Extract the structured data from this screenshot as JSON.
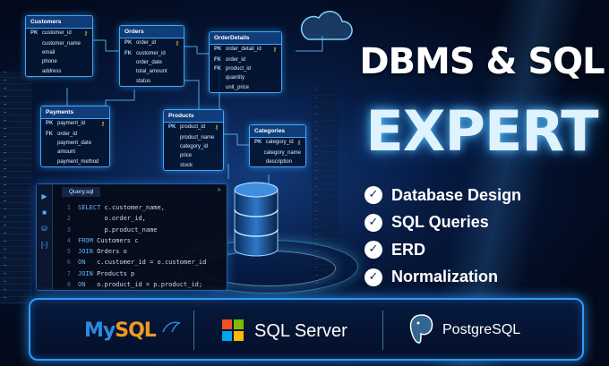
{
  "headline": {
    "line1": "DBMS & SQL",
    "line2": "EXPERT"
  },
  "features": [
    "Database Design",
    "SQL Queries",
    "ERD",
    "Normalization"
  ],
  "tables": {
    "customers": {
      "title": "Customers",
      "rows": [
        [
          "PK",
          "customer_id"
        ],
        [
          "",
          "customer_name"
        ],
        [
          "",
          "email"
        ],
        [
          "",
          "phone"
        ],
        [
          "",
          "address"
        ]
      ]
    },
    "orders": {
      "title": "Orders",
      "rows": [
        [
          "PK",
          "order_id"
        ],
        [
          "FK",
          "customer_id"
        ],
        [
          "",
          "order_date"
        ],
        [
          "",
          "total_amount"
        ],
        [
          "",
          "status"
        ]
      ]
    },
    "orderdetails": {
      "title": "OrderDetails",
      "rows": [
        [
          "PK",
          "order_detail_id"
        ],
        [
          "FK",
          "order_id"
        ],
        [
          "FK",
          "product_id"
        ],
        [
          "",
          "quantity"
        ],
        [
          "",
          "unit_price"
        ]
      ]
    },
    "payments": {
      "title": "Payments",
      "rows": [
        [
          "PK",
          "payment_id"
        ],
        [
          "FK",
          "order_id"
        ],
        [
          "",
          "payment_date"
        ],
        [
          "",
          "amount"
        ],
        [
          "",
          "payment_method"
        ]
      ]
    },
    "products": {
      "title": "Products",
      "rows": [
        [
          "PK",
          "product_id"
        ],
        [
          "",
          "product_name"
        ],
        [
          "",
          "category_id"
        ],
        [
          "",
          "price"
        ],
        [
          "",
          "stock"
        ]
      ]
    },
    "categories": {
      "title": "Categories",
      "rows": [
        [
          "PK",
          "category_id"
        ],
        [
          "",
          "category_name"
        ],
        [
          "",
          "description"
        ]
      ]
    }
  },
  "editor": {
    "tab": "Query.sql",
    "lines": [
      {
        "n": "1",
        "kw": "SELECT",
        "rest": " c.customer_name,"
      },
      {
        "n": "2",
        "kw": "",
        "rest": "       o.order_id,"
      },
      {
        "n": "3",
        "kw": "",
        "rest": "       p.product_name"
      },
      {
        "n": "4",
        "kw": "FROM",
        "rest": " Customers c"
      },
      {
        "n": "5",
        "kw": "JOIN",
        "rest": " Orders o"
      },
      {
        "n": "6",
        "kw": "ON",
        "rest": "   c.customer_id = o.customer_id"
      },
      {
        "n": "7",
        "kw": "JOIN",
        "rest": " Products p"
      },
      {
        "n": "8",
        "kw": "ON",
        "rest": "   o.product_id = p.product_id;"
      }
    ]
  },
  "logos": {
    "mysql_a": "My",
    "mysql_b": "SQL",
    "sqlserver": "SQL Server",
    "postgres": "PostgreSQL"
  },
  "colors": {
    "accent": "#2e9bff",
    "key_icon": "#ffd23f",
    "mysql_blue": "#2c8be0",
    "mysql_orange": "#f09a24"
  }
}
